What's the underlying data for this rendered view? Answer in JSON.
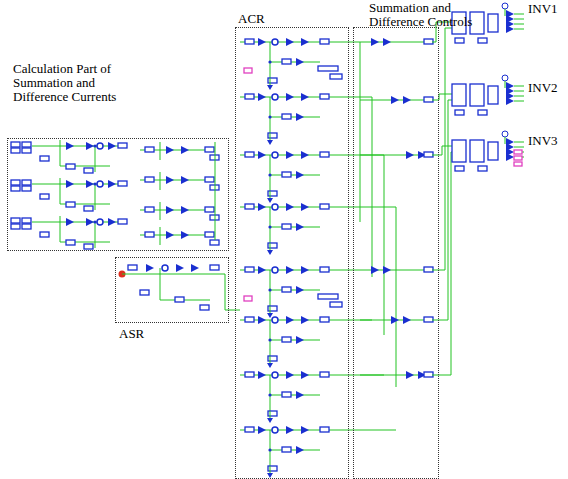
{
  "diagram": {
    "nodes": [
      {
        "text": [
          "Calculation Part of Summation and Difference Currents"
        ]
      },
      {
        "text": [
          "ASR"
        ]
      },
      {
        "text": [
          "ACR"
        ]
      },
      {
        "text": [
          "Summation and Difference Controls"
        ]
      }
    ],
    "labels": [
      "INV1",
      "INV2",
      "INV3"
    ]
  }
}
